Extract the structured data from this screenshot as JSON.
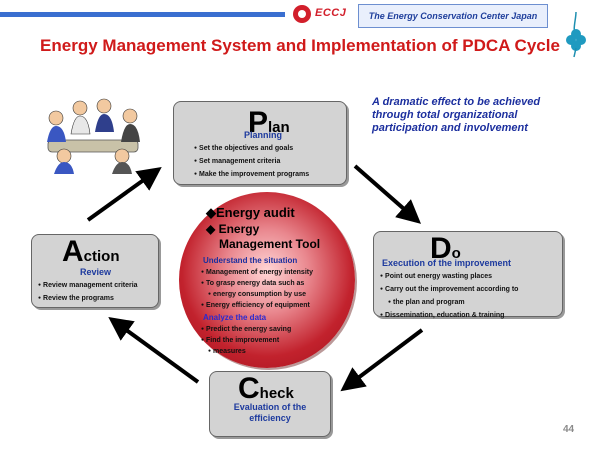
{
  "header": {
    "logo_text": "ECCJ",
    "org": "The Energy Conservation Center Japan"
  },
  "title": "Energy Management System and Implementation of PDCA Cycle",
  "tagline": "A dramatic effect to be achieved through total organizational participation and involvement",
  "plan": {
    "letter": "P",
    "rest": "lan",
    "subtitle": "Planning",
    "items": [
      "Set the objectives and goals",
      "Set management criteria",
      "Make the improvement programs"
    ]
  },
  "do": {
    "letter": "D",
    "rest": "o",
    "subtitle": "Execution of the improvement",
    "items": [
      "Point out energy wasting places",
      "Carry out the improvement according to",
      "the plan and program",
      "Dissemination, education & training"
    ]
  },
  "check": {
    "letter": "C",
    "rest": "heck",
    "subtitle_1": "Evaluation of the",
    "subtitle_2": "efficiency"
  },
  "action": {
    "letter": "A",
    "rest": "ction",
    "subtitle": "Review",
    "items": [
      "Review management criteria",
      "Review the programs"
    ]
  },
  "center": {
    "h1": "Energy audit",
    "h2a": "Energy",
    "h2b": "Management Tool",
    "s1": "Understand the situation",
    "s1_items": [
      "Management of energy intensity",
      "To grasp energy data such as",
      "energy consumption by use",
      "Energy efficiency of equipment"
    ],
    "s2": "Analyze the data",
    "s2_items": [
      "Predict the energy saving",
      "Find the improvement",
      "measures"
    ]
  },
  "page_number": "44",
  "colors": {
    "title": "#d01a1a",
    "accent_blue": "#1c2f9e",
    "box_gray": "#d3d3d3",
    "circle_red": "#c2222d"
  }
}
